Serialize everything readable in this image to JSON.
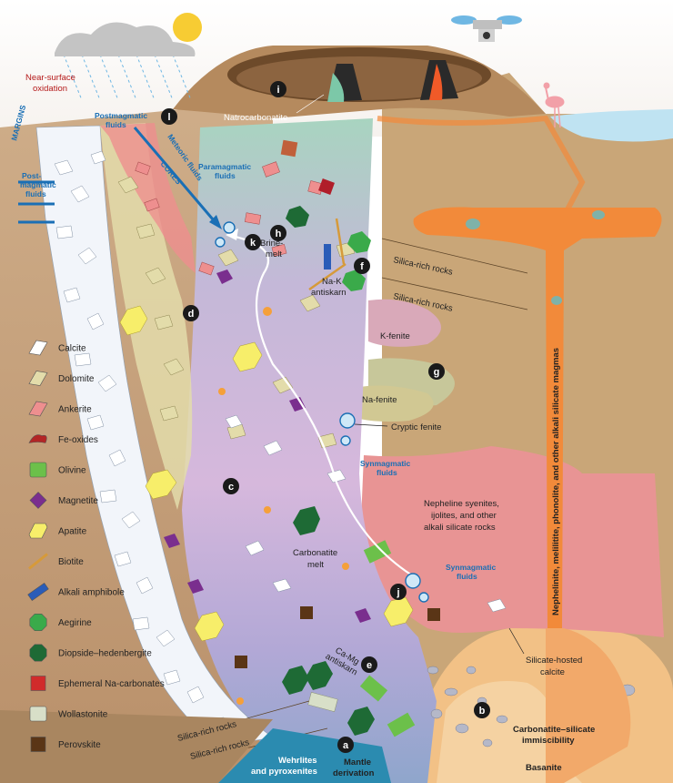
{
  "labels": {
    "near_surface_oxidation": [
      "Near-surface",
      "oxidation"
    ],
    "postmagmatic_fluids_top": [
      "Postmagmatic",
      "fluids"
    ],
    "margins": "MARGINS",
    "cores": "CORES",
    "post_magmatic_fluids_left": [
      "Post-",
      "magmatic",
      "fluids"
    ],
    "meteoric_fluids": "Meteoric fluids",
    "paramagmatic_fluids": [
      "Paramagmatic",
      "fluids"
    ],
    "natrocarbonatite": "Natrocarbonatite",
    "brine_melt": [
      "Brine-",
      "melt"
    ],
    "na_k_antiskarn": [
      "Na-K",
      "antiskarn"
    ],
    "silica_rich_1": "Silica-rich rocks",
    "silica_rich_2": "Silica-rich rocks",
    "silica_rich_3": "Silica-rich rocks",
    "silica_rich_4": "Silica-rich rocks",
    "k_fenite": "K-fenite",
    "na_fenite": "Na-fenite",
    "cryptic_fenite": "Cryptic fenite",
    "synmagmatic_fluids_1": [
      "Synmagmatic",
      "fluids"
    ],
    "synmagmatic_fluids_2": [
      "Synmagmatic",
      "fluids"
    ],
    "nepheline_rocks": [
      "Nepheline syenites,",
      "ijolites, and other",
      "alkali silicate rocks"
    ],
    "carbonatite_melt": [
      "Carbonatite",
      "melt"
    ],
    "ca_mg_antiskarn": [
      "Ca-Mg",
      "antiskarn"
    ],
    "nephelinite_dyke": "Nephelinite, melilitite, phonolite, and other alkali silicate magmas",
    "silicate_hosted_calcite": [
      "Silicate-hosted",
      "calcite"
    ],
    "immiscibility": [
      "Carbonatite–silicate",
      "immiscibility"
    ],
    "basanite": "Basanite",
    "mantle_derivation": [
      "Mantle",
      "derivation"
    ],
    "wehrlites": [
      "Wehrlites",
      "and pyroxenites"
    ]
  },
  "letters": [
    "a",
    "b",
    "c",
    "d",
    "e",
    "f",
    "g",
    "h",
    "i",
    "j",
    "k",
    "l"
  ],
  "legend": [
    {
      "name": "Calcite",
      "color": "#ffffff",
      "shape": "rhomb"
    },
    {
      "name": "Dolomite",
      "color": "#e3dcaa",
      "shape": "rhomb"
    },
    {
      "name": "Ankerite",
      "color": "#ee8f8f",
      "shape": "rhomb"
    },
    {
      "name": "Fe-oxides",
      "color": "#b32525",
      "shape": "blob"
    },
    {
      "name": "Olivine",
      "color": "#6cc04a",
      "shape": "rect"
    },
    {
      "name": "Magnetite",
      "color": "#7a2e8e",
      "shape": "diamond"
    },
    {
      "name": "Apatite",
      "color": "#f7ee6a",
      "shape": "hex"
    },
    {
      "name": "Biotite",
      "color": "#d69a3a",
      "shape": "line"
    },
    {
      "name": "Alkali amphibole",
      "color": "#2a5cb8",
      "shape": "bar"
    },
    {
      "name": "Aegirine",
      "color": "#3aaa4a",
      "shape": "octagon"
    },
    {
      "name": "Diopside–hedenbergite",
      "color": "#1e6a35",
      "shape": "octagon"
    },
    {
      "name": "Ephemeral Na-carbonates",
      "color": "#d12b2b",
      "shape": "square"
    },
    {
      "name": "Wollastonite",
      "color": "#d8dfc8",
      "shape": "rect"
    },
    {
      "name": "Perovskite",
      "color": "#5a3516",
      "shape": "square"
    }
  ]
}
